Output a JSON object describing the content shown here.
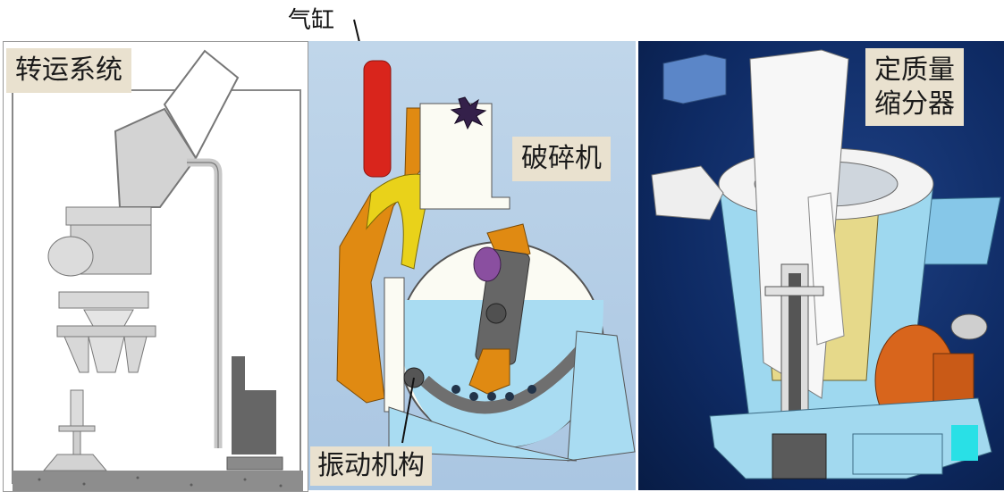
{
  "labels": {
    "transfer_system": "转运系统",
    "cylinder": "气缸",
    "crusher": "破碎机",
    "sample_divider_line1": "定质量",
    "sample_divider_line2": "缩分器",
    "vibration_mechanism": "振动机构"
  },
  "colors": {
    "crusher_background": "#b3cfe6",
    "divider_background": "#0e2a63",
    "label_background": "#e9e1cf",
    "cylinder_red": "#d9251c",
    "housing_orange": "#e08a12",
    "liner_yellow": "#e9d21a",
    "water_blue": "#a9dcf2"
  }
}
